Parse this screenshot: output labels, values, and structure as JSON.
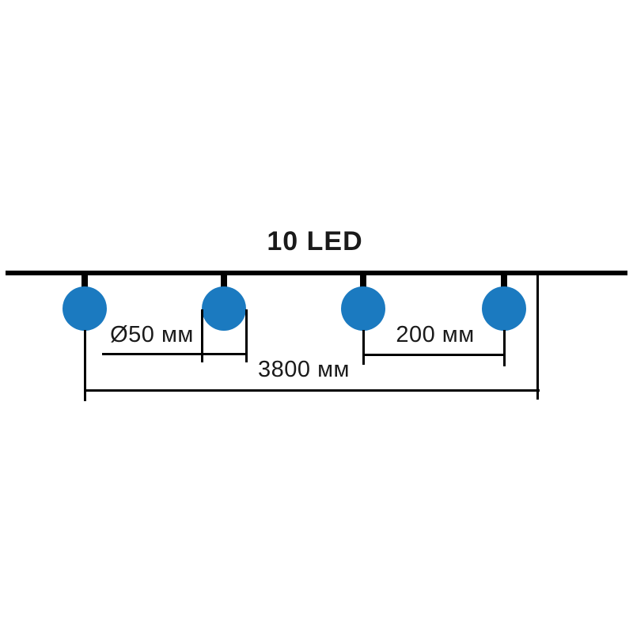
{
  "title": "10 LED",
  "dimension_labels": {
    "diameter": "Ø50 мм",
    "spacing": "200 мм",
    "total_length": "3800 мм"
  },
  "colors": {
    "bulb_fill": "#1b7ac0",
    "line": "#000000",
    "text": "#1a1a1a",
    "background": "#ffffff"
  }
}
